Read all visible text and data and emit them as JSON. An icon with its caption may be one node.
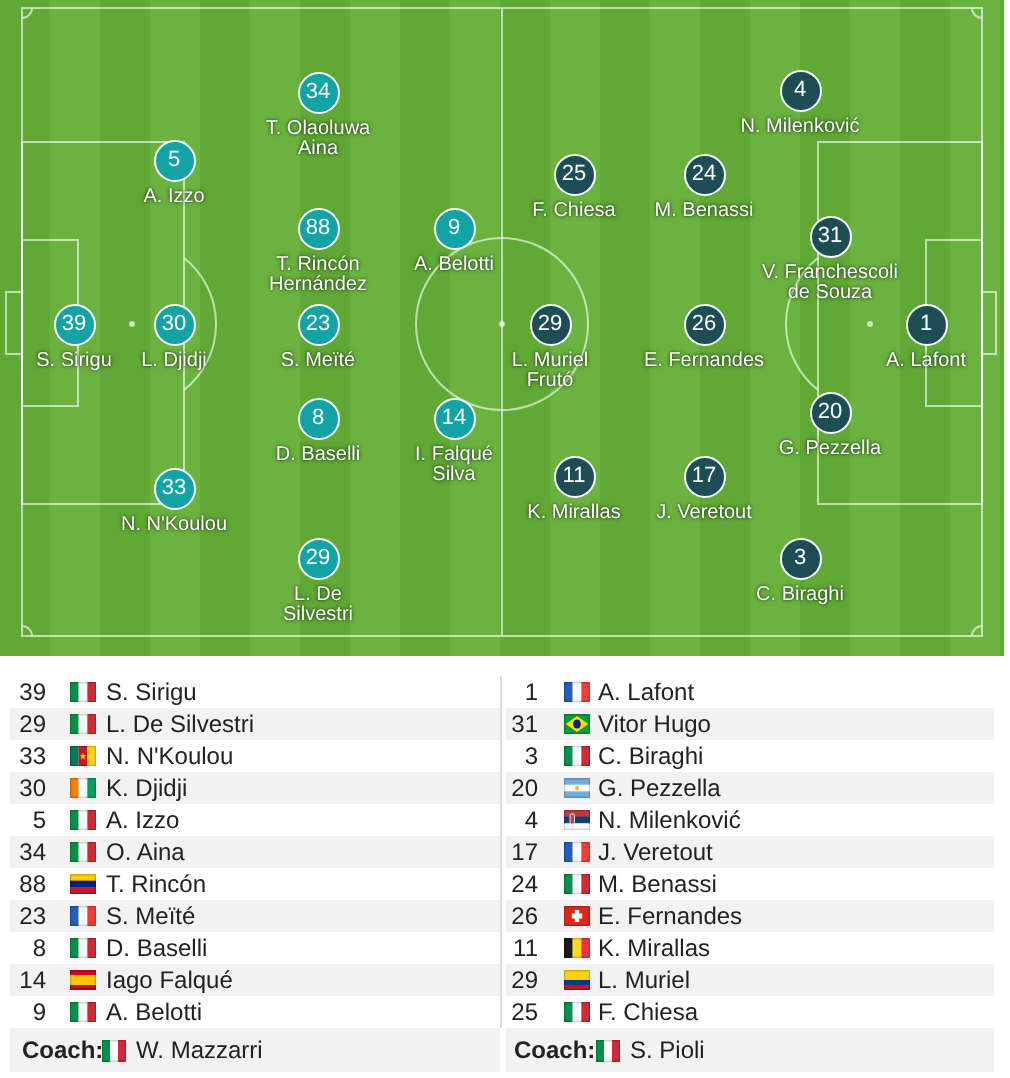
{
  "diagram": {
    "nodes": [
      {
        "text": [
          "39"
        ],
        "beside": [
          "S. Sirigu"
        ]
      },
      {
        "text": [
          "5"
        ],
        "beside": [
          "A. Izzo"
        ]
      },
      {
        "text": [
          "30"
        ],
        "beside": [
          "L. Djidji"
        ]
      },
      {
        "text": [
          "33"
        ],
        "beside": [
          "N. N'Koulou"
        ]
      },
      {
        "text": [
          "34"
        ],
        "beside": [
          "T. Olaoluwa Aina"
        ]
      },
      {
        "text": [
          "88"
        ],
        "beside": [
          "T. Rincón Hernández"
        ]
      },
      {
        "text": [
          "23"
        ],
        "beside": [
          "S. Meïté"
        ]
      },
      {
        "text": [
          "8"
        ],
        "beside": [
          "D. Baselli"
        ]
      },
      {
        "text": [
          "29"
        ],
        "beside": [
          "L. De Silvestri"
        ]
      },
      {
        "text": [
          "9"
        ],
        "beside": [
          "A. Belotti"
        ]
      },
      {
        "text": [
          "14"
        ],
        "beside": [
          "I. Falqué Silva"
        ]
      },
      {
        "text": [
          "25"
        ],
        "beside": [
          "F. Chiesa"
        ]
      },
      {
        "text": [
          "29"
        ],
        "beside": [
          "L. Muriel Frutó"
        ]
      },
      {
        "text": [
          "11"
        ],
        "beside": [
          "K. Mirallas"
        ]
      },
      {
        "text": [
          "24"
        ],
        "beside": [
          "M. Benassi"
        ]
      },
      {
        "text": [
          "26"
        ],
        "beside": [
          "E. Fernandes"
        ]
      },
      {
        "text": [
          "17"
        ],
        "beside": [
          "J. Veretout"
        ]
      },
      {
        "text": [
          "4"
        ],
        "beside": [
          "N. Milenković"
        ]
      },
      {
        "text": [
          "31"
        ],
        "beside": [
          "V. Franchescoli de Souza"
        ]
      },
      {
        "text": [
          "20"
        ],
        "beside": [
          "G. Pezzella"
        ]
      },
      {
        "text": [
          "3"
        ],
        "beside": [
          "C. Biraghi"
        ]
      },
      {
        "text": [
          "1"
        ],
        "beside": [
          "A. Lafont"
        ]
      }
    ],
    "labels": [
      "39",
      "S. Sirigu",
      "29",
      "L. De Silvestri",
      "33",
      "N. N'Koulou",
      "30",
      "K. Djidji",
      "5",
      "A. Izzo",
      "34",
      "O. Aina",
      "88",
      "T. Rincón",
      "23",
      "S. Meïté",
      "8",
      "D. Baselli",
      "14",
      "Iago Falqué",
      "9",
      "A. Belotti",
      "Coach:",
      "W. Mazzarri",
      "1",
      "A. Lafont",
      "31",
      "Vitor Hugo",
      "3",
      "C. Biraghi",
      "20",
      "G. Pezzella",
      "4",
      "N. Milenković",
      "17",
      "J. Veretout",
      "24",
      "M. Benassi",
      "26",
      "E. Fernandes",
      "11",
      "K. Mirallas",
      "29",
      "L. Muriel",
      "25",
      "F. Chiesa",
      "Coach:",
      "S. Pioli"
    ]
  }
}
